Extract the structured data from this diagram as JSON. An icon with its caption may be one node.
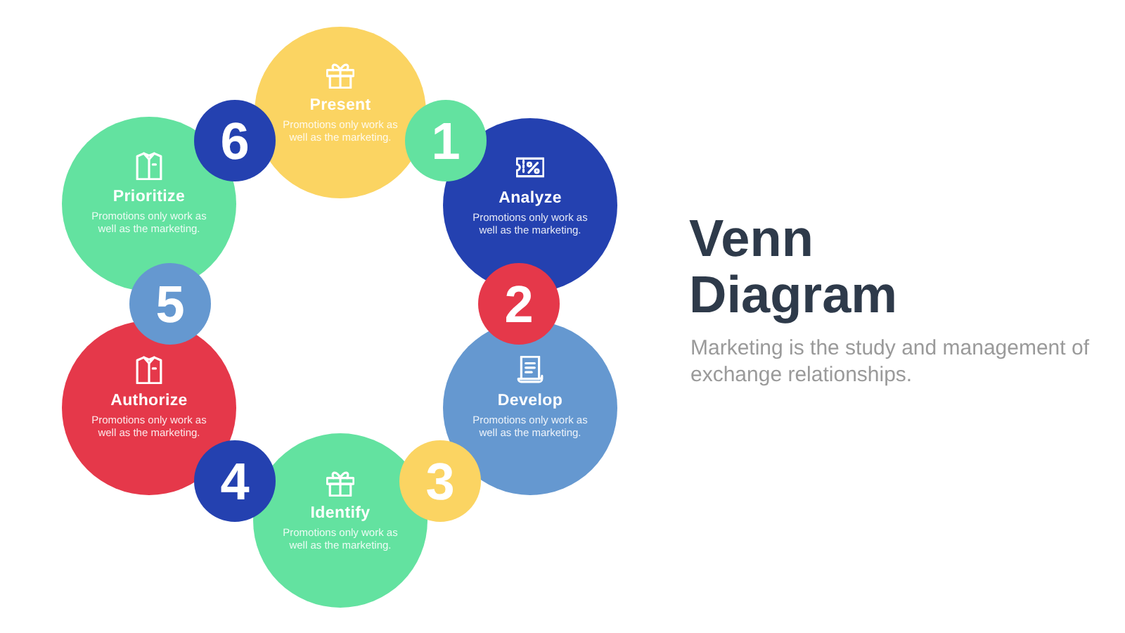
{
  "diagram": {
    "title": "Venn Diagram",
    "nodes": [
      {
        "text": [
          "Present",
          "Promotions only work as well as the marketing."
        ]
      },
      {
        "text": [
          "1"
        ]
      },
      {
        "text": [
          "Analyze",
          "Promotions only work as well as the marketing."
        ]
      },
      {
        "text": [
          "2"
        ]
      },
      {
        "text": [
          "Develop",
          "Promotions only work as well as the marketing."
        ]
      },
      {
        "text": [
          "3"
        ]
      },
      {
        "text": [
          "Identify",
          "Promotions only work as well as the marketing."
        ]
      },
      {
        "text": [
          "4"
        ]
      },
      {
        "text": [
          "Authorize",
          "Promotions only work as well as the marketing."
        ]
      },
      {
        "text": [
          "5"
        ]
      },
      {
        "text": [
          "Prioritize",
          "Promotions only work as well as the marketing."
        ]
      },
      {
        "text": [
          "6"
        ]
      }
    ],
    "labels": [
      "Marketing is the study and management of exchange relationships."
    ]
  }
}
